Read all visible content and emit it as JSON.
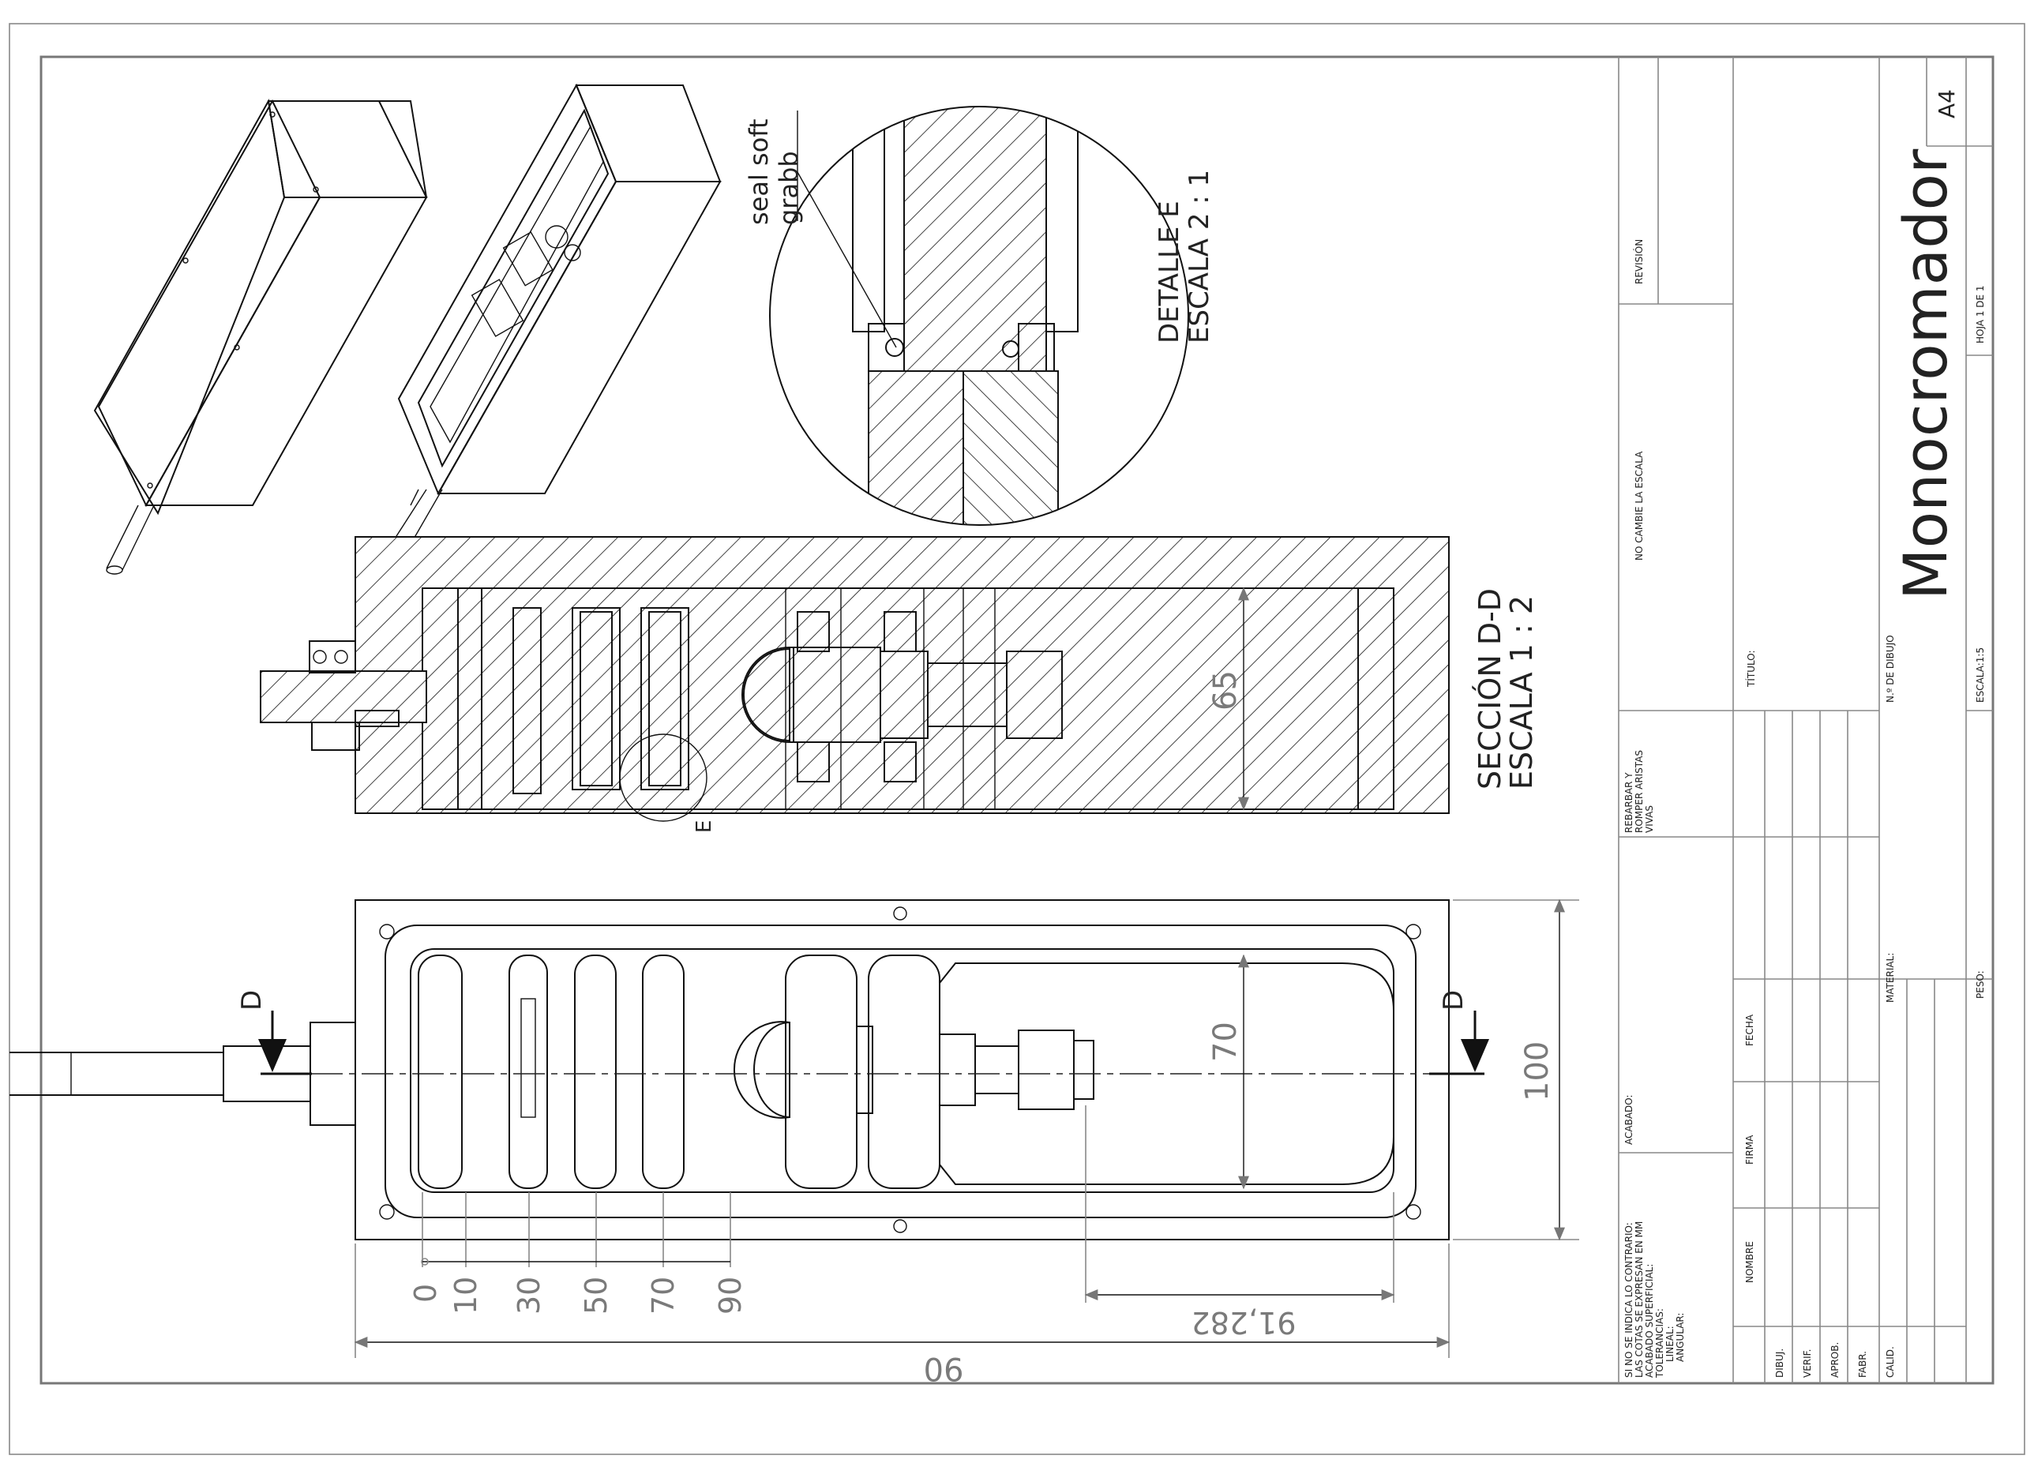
{
  "title_block": {
    "general_tolerances": [
      "SI NO SE INDICA LO CONTRARIO:",
      "LAS COTAS SE EXPRESAN EN MM",
      "ACABADO SUPERFICIAL:",
      "TOLERANCIAS:",
      "LINEAL:",
      "ANGULAR:"
    ],
    "finish_label": "ACABADO:",
    "deburr_note": [
      "REBARBAR Y",
      "ROMPER ARISTAS",
      "VIVAS"
    ],
    "no_scale_note": "NO CAMBIE LA ESCALA",
    "revision_label": "REVISIÓN",
    "columns": {
      "nombre": "NOMBRE",
      "firma": "FIRMA",
      "fecha": "FECHA"
    },
    "roles": [
      "DIBUJ.",
      "VERIF.",
      "APROB.",
      "FABR.",
      "CALID."
    ],
    "titulo_label": "TÍTULO:",
    "material_label": "MATERIAL:",
    "drawing_number_label": "N.º DE DIBUJO",
    "drawing_title": "Monocromador",
    "sheet_size": "A4",
    "weight_label": "PESO:",
    "scale_label": "ESCALA:1:5",
    "sheet_label": "HOJA 1 DE 1"
  },
  "section_view": {
    "title_line1": "SECCIÓN D-D",
    "title_line2": "ESCALA 1 : 2",
    "dim_height": "65",
    "detail_marker": "E"
  },
  "detail_view": {
    "title_line1": "DETALLE E",
    "title_line2": "ESCALA 2 : 1",
    "callout_line1": "seal soft",
    "callout_line2": "grabb"
  },
  "top_view": {
    "section_mark_left": "D",
    "section_mark_right": "D",
    "dim_inner_height": "70",
    "dim_outer_height": "100",
    "position_labels": [
      "0",
      "10",
      "30",
      "50",
      "70",
      "90"
    ],
    "dim_inner_length": "91,282",
    "dim_overall_length": "90"
  }
}
